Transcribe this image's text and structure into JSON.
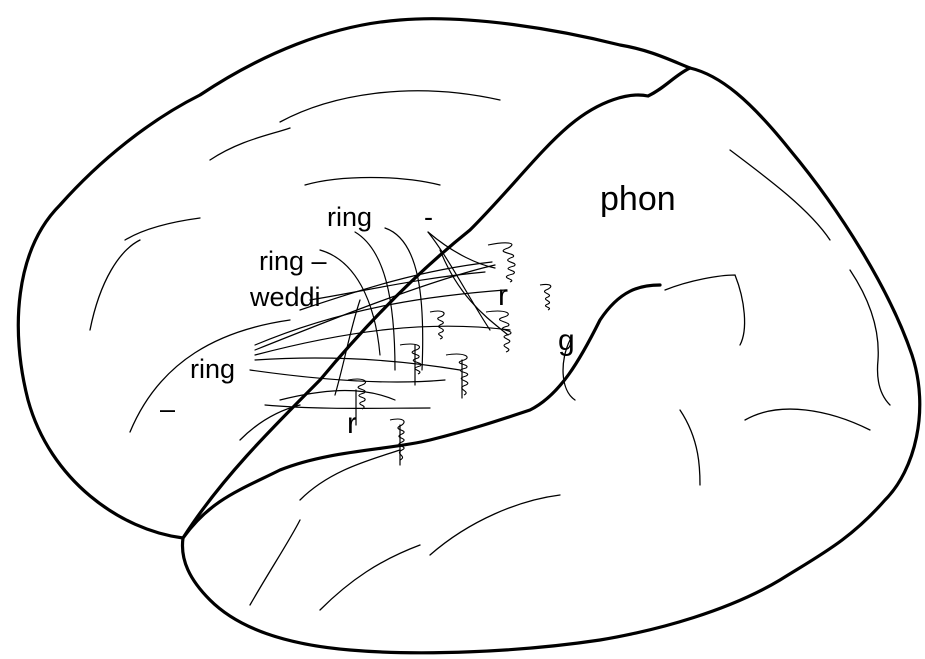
{
  "diagram": {
    "region_label": "phon",
    "word_labels": {
      "ring_top": "ring",
      "dash_top": "-",
      "ring_dash": "ring –",
      "weddi": "weddi",
      "ring_bottom": "ring",
      "dash_bottom": "–"
    },
    "letter_labels": {
      "r_upper": "r",
      "g": "g",
      "r_lower": "r"
    }
  }
}
